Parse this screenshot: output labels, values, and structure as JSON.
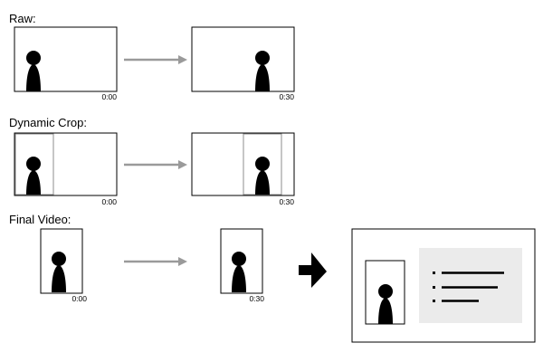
{
  "sections": [
    {
      "label": "Raw:",
      "frames": [
        {
          "timestamp": "0:00"
        },
        {
          "timestamp": "0:30"
        }
      ]
    },
    {
      "label": "Dynamic Crop:",
      "frames": [
        {
          "timestamp": "0:00"
        },
        {
          "timestamp": "0:30"
        }
      ]
    },
    {
      "label": "Final Video:",
      "frames": [
        {
          "timestamp": "0:00"
        },
        {
          "timestamp": "0:30"
        }
      ]
    }
  ],
  "colors": {
    "line": "#000000",
    "arrow": "#9a9a9a",
    "crop_box": "#8c8c8c",
    "content_panel": "#ebebeb",
    "figure": "#000000"
  },
  "icons": {
    "person": "person-silhouette-icon",
    "flow_arrow": "right-arrow-icon",
    "result_arrow": "bold-right-arrow-icon",
    "list_bullets": "bullet-list-icon"
  }
}
